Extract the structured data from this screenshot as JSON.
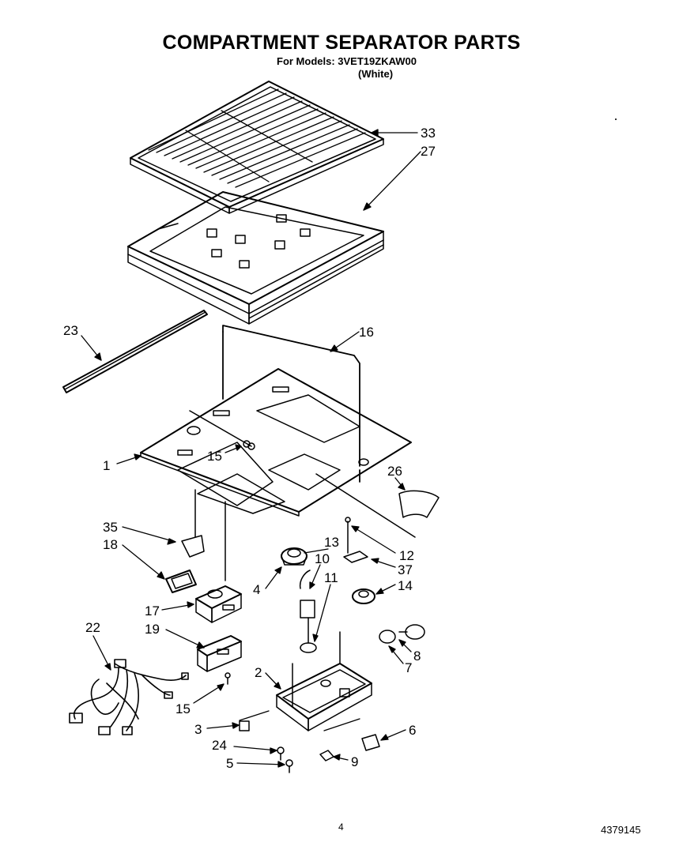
{
  "header": {
    "title": "COMPARTMENT SEPARATOR PARTS",
    "models": "For Models: 3VET19ZKAW00",
    "color": "(White)"
  },
  "footer": {
    "page": "4",
    "doc_number": "4379145"
  },
  "callouts": [
    "33",
    "27",
    "23",
    "16",
    "1",
    "15",
    "26",
    "35",
    "18",
    "12",
    "37",
    "13",
    "10",
    "11",
    "4",
    "14",
    "17",
    "8",
    "22",
    "19",
    "7",
    "2",
    "15",
    "3",
    "6",
    "24",
    "9",
    "5"
  ]
}
